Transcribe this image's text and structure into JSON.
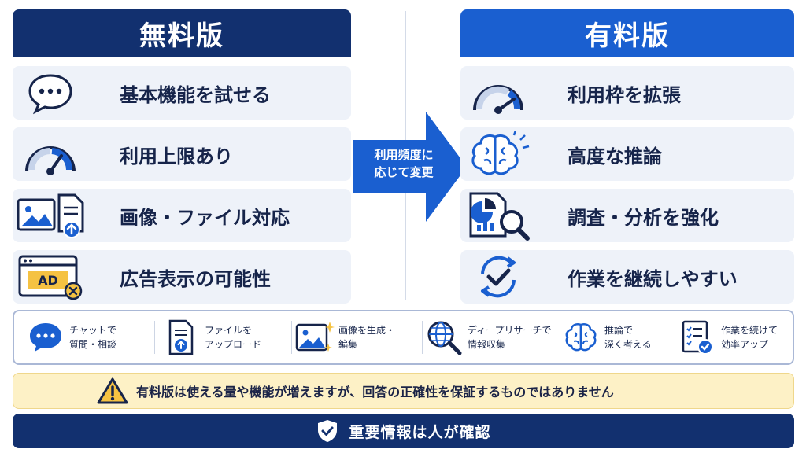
{
  "columns": {
    "free": {
      "title": "無料版",
      "items": [
        {
          "icon": "chat-bubble-icon",
          "label": "基本機能を試せる"
        },
        {
          "icon": "gauge-icon",
          "label": "利用上限あり"
        },
        {
          "icon": "image-file-icon",
          "label": "画像・ファイル対応"
        },
        {
          "icon": "ad-window-icon",
          "label": "広告表示の可能性"
        }
      ]
    },
    "paid": {
      "title": "有料版",
      "items": [
        {
          "icon": "gauge-icon",
          "label": "利用枠を拡張"
        },
        {
          "icon": "brain-icon",
          "label": "高度な推論"
        },
        {
          "icon": "report-search-icon",
          "label": "調査・分析を強化"
        },
        {
          "icon": "cycle-check-icon",
          "label": "作業を継続しやすい"
        }
      ]
    }
  },
  "arrow": {
    "line1": "利用頻度に",
    "line2": "応じて変更"
  },
  "ad_icon_label": "AD",
  "features": [
    {
      "icon": "chat-bubble-icon",
      "line1": "チャットで",
      "line2": "質問・相談"
    },
    {
      "icon": "file-upload-icon",
      "line1": "ファイルを",
      "line2": "アップロード"
    },
    {
      "icon": "image-generate-icon",
      "line1": "画像を生成・",
      "line2": "編集"
    },
    {
      "icon": "globe-search-icon",
      "line1": "ディープリサーチで",
      "line2": "情報収集"
    },
    {
      "icon": "brain-icon",
      "line1": "推論で",
      "line2": "深く考える"
    },
    {
      "icon": "checklist-icon",
      "line1": "作業を続けて",
      "line2": "効率アップ"
    }
  ],
  "warning": {
    "icon": "warning-triangle-icon",
    "text": "有料版は使える量や機能が増えますが、回答の正確性を保証するものではありません"
  },
  "footer": {
    "icon": "shield-check-icon",
    "text": "重要情報は人が確認"
  },
  "colors": {
    "navy": "#12306f",
    "blue": "#1a5fd0",
    "card": "#eef2f9",
    "warning_bg": "#fdf1c6",
    "warning_yellow": "#f5c242"
  }
}
